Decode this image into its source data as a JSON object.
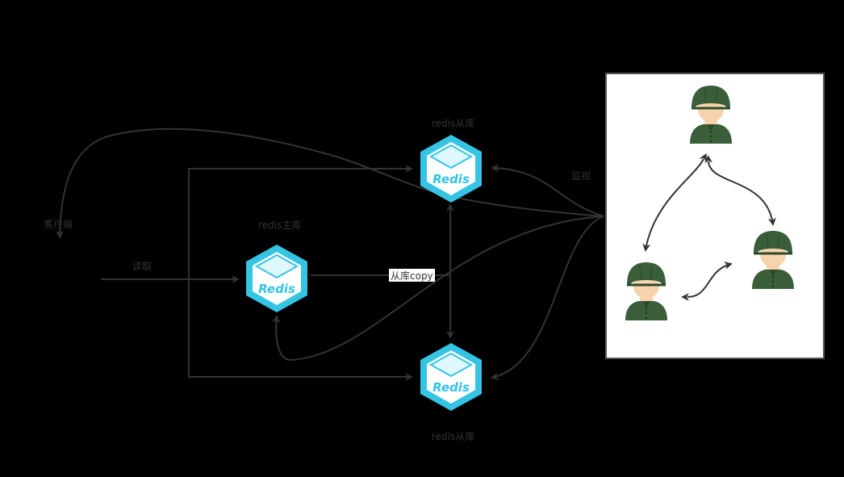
{
  "labels": {
    "client": "客户端",
    "read": "读取",
    "master": "redis主库",
    "slave_top": "redis从库",
    "slave_bottom": "redis从库",
    "copy": "从库copy",
    "monitor": "监视"
  },
  "redis_logo_text": "Redis",
  "colors": {
    "background": "#000000",
    "line": "#333333",
    "redis_border": "#35c4e3",
    "redis_fill": "#dff8ff",
    "panel": "#ffffff",
    "helmet": "#3b5e3a",
    "skin": "#f7d3ad",
    "uniform": "#3b5e3a"
  },
  "icons": [
    "redis-icon",
    "sentinel-soldier-icon"
  ]
}
